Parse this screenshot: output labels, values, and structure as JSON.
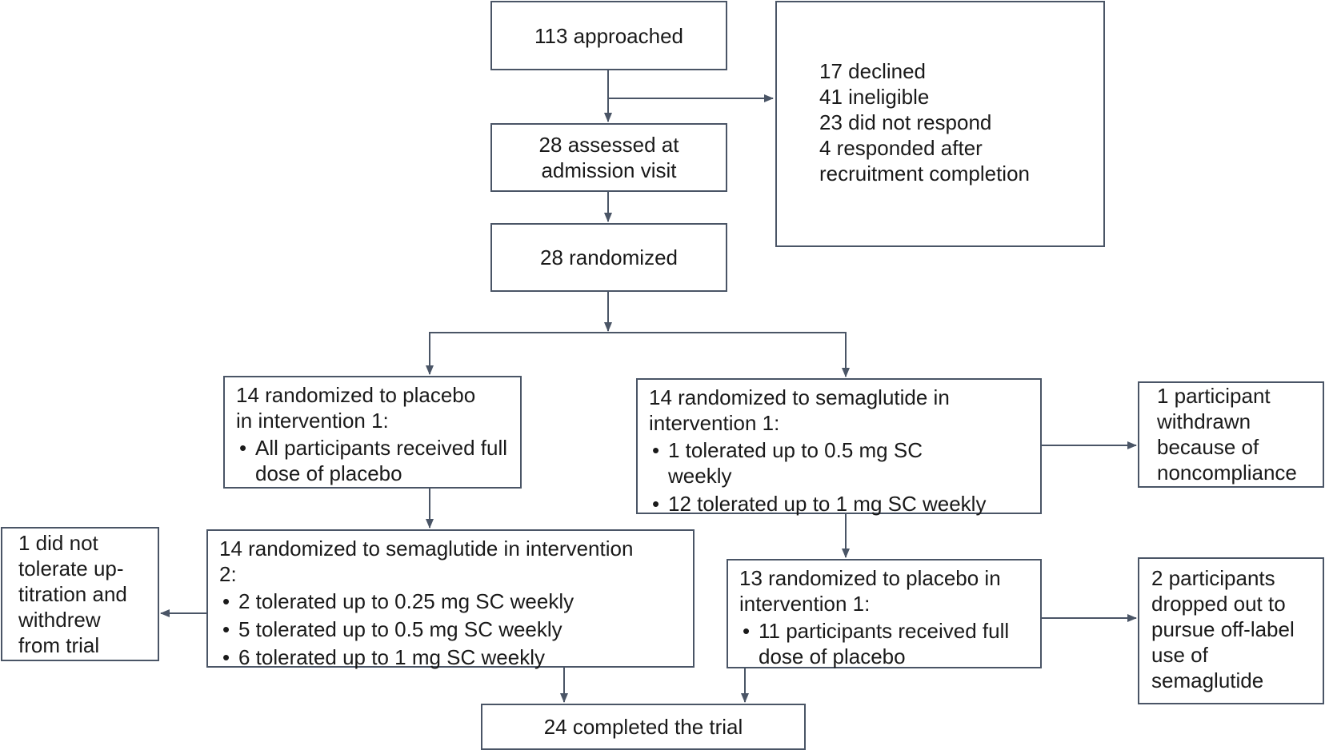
{
  "boxes": {
    "approached": {
      "text": "113 approached"
    },
    "excluded": {
      "lines": [
        "17 declined",
        "41 ineligible",
        "23 did not respond",
        "4 responded after",
        "recruitment completion"
      ]
    },
    "assessed": {
      "lines": [
        "28 assessed at",
        "admission visit"
      ]
    },
    "randomized": {
      "text": "28 randomized"
    },
    "placebo1": {
      "lines": [
        "14 randomized to placebo",
        "in intervention 1:"
      ],
      "bullets": [
        "All participants received full dose of placebo"
      ]
    },
    "sema1": {
      "lines": [
        "14 randomized to semaglutide in",
        "intervention 1:"
      ],
      "bullets": [
        "1 tolerated up to 0.5 mg SC weekly",
        "12 tolerated up to 1 mg SC weekly"
      ]
    },
    "withdrawn_noncompliance": {
      "lines": [
        "1 participant",
        "withdrawn",
        "because of",
        "noncompliance"
      ]
    },
    "not_tolerate": {
      "lines": [
        "1 did not",
        "tolerate up-",
        "titration and",
        "withdrew",
        "from trial"
      ]
    },
    "sema2": {
      "lines": [
        "14 randomized to semaglutide in intervention",
        "2:"
      ],
      "bullets": [
        "2 tolerated up to 0.25 mg SC weekly",
        "5 tolerated up to 0.5 mg SC weekly",
        "6 tolerated up to 1 mg SC weekly"
      ]
    },
    "placebo2": {
      "lines": [
        "13 randomized to placebo in",
        "intervention 1:"
      ],
      "bullets": [
        "11 participants received full dose of placebo"
      ]
    },
    "dropped": {
      "lines": [
        "2 participants",
        "dropped out to",
        "pursue off-label",
        "use of",
        "semaglutide"
      ]
    },
    "completed": {
      "text": "24 completed the trial"
    }
  },
  "colors": {
    "border": "#4a5566",
    "arrow": "#4a5566",
    "text": "#1a1a1a"
  }
}
